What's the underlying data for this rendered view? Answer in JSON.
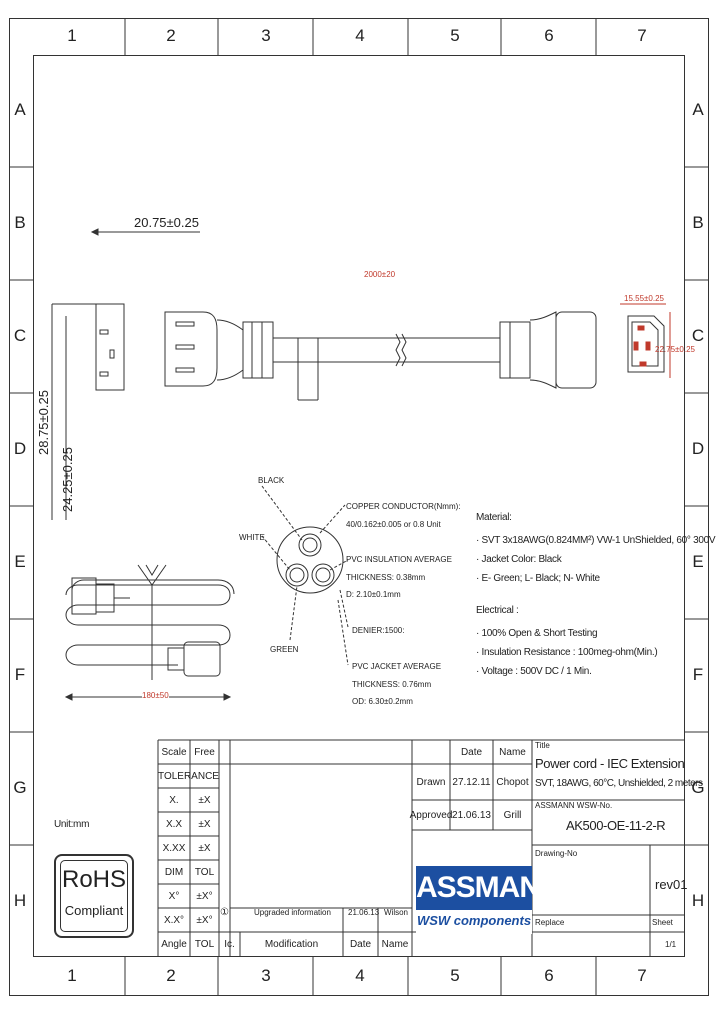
{
  "grid": {
    "columns": [
      "1",
      "2",
      "3",
      "4",
      "5",
      "6",
      "7"
    ],
    "rows": [
      "A",
      "B",
      "C",
      "D",
      "E",
      "F",
      "G",
      "H"
    ]
  },
  "dimensions": {
    "plug_width": "20.75±0.25",
    "plug_height_1": "28.75±0.25",
    "plug_height_2": "24.25±0.25",
    "cable_length": "2000±20",
    "socket_width": "15.55±0.25",
    "socket_height": "22.75±0.25",
    "coil_length": "180±50"
  },
  "cross_section": {
    "black": "BLACK",
    "white": "WHITE",
    "green": "GREEN",
    "conductor_1": "COPPER CONDUCTOR(Nmm):",
    "conductor_2": "40/0.162±0.005 or 0.8 Unit",
    "insulation_1": "PVC INSULATION AVERAGE",
    "insulation_2": "THICKNESS: 0.38mm",
    "insulation_3": "D: 2.10±0.1mm",
    "denier": "DENIER:1500:",
    "jacket_1": "PVC JACKET AVERAGE",
    "jacket_2": "THICKNESS: 0.76mm",
    "jacket_3": "OD: 6.30±0.2mm"
  },
  "material": {
    "title": "Material:",
    "lines": [
      "· SVT 3x18AWG(0.824MM²) VW-1 UnShielded, 60° 300V",
      "· Jacket Color: Black",
      "· E- Green; L- Black; N- White"
    ]
  },
  "electrical": {
    "title": "Electrical :",
    "lines": [
      "· 100% Open & Short Testing",
      "· Insulation Resistance : 100meg-ohm(Min.)",
      "· Voltage : 500V DC / 1 Min."
    ]
  },
  "unit": "Unit:mm",
  "rohs": {
    "main": "RoHS",
    "sub": "Compliant"
  },
  "tolerance": {
    "scale_label": "Scale",
    "scale_value": "Free",
    "header": "TOLERANCE",
    "rows": [
      {
        "k": "X.",
        "v": "±X"
      },
      {
        "k": "X.X",
        "v": "±X"
      },
      {
        "k": "X.XX",
        "v": "±X"
      },
      {
        "k": "DIM",
        "v": "TOL"
      },
      {
        "k": "X°",
        "v": "±X°"
      },
      {
        "k": "X.X°",
        "v": "±X°"
      },
      {
        "k": "Angle",
        "v": "TOL"
      }
    ]
  },
  "approval": {
    "date_h": "Date",
    "name_h": "Name",
    "drawn_label": "Drawn",
    "drawn_date": "27.12.11",
    "drawn_name": "Chopot",
    "approved_label": "Approved",
    "approved_date": "21.06.13",
    "approved_name": "Grill"
  },
  "revision": {
    "num": "①",
    "text": "Upgraded information",
    "date": "21.06.13",
    "name": "Wilson",
    "col_idx": "Ic.",
    "col_mod": "Modification",
    "col_date": "Date",
    "col_name": "Name"
  },
  "title_block": {
    "title_label": "Title",
    "title": "Power cord - IEC Extension",
    "subtitle": "SVT, 18AWG, 60°C, Unshielded, 2 meters",
    "part_label": "ASSMANN WSW-No.",
    "part_no": "AK500-OE-11-2-R",
    "drawing_label": "Drawing-No",
    "rev": "rev01",
    "replace_label": "Replace",
    "sheet_label": "Sheet",
    "sheet": "1/1"
  },
  "logo": {
    "brand": "ASSMANN",
    "tagline": "WSW components"
  },
  "colors": {
    "accent": "#1c4fa1",
    "dim_red": "#c0392b",
    "line": "#333333"
  }
}
